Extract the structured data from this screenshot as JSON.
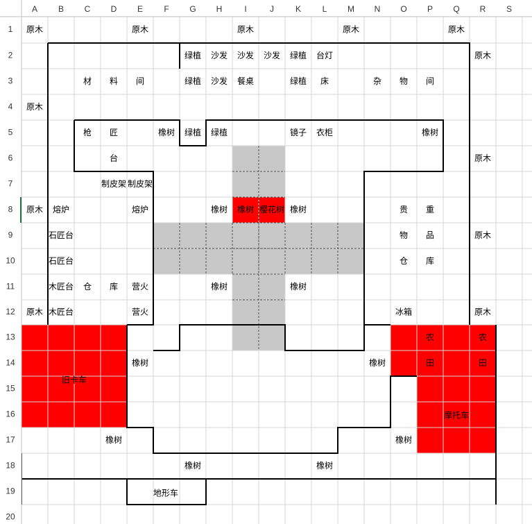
{
  "columns": [
    "A",
    "B",
    "C",
    "D",
    "E",
    "F",
    "G",
    "H",
    "I",
    "J",
    "K",
    "L",
    "M",
    "N",
    "O",
    "P",
    "Q",
    "R",
    "S"
  ],
  "rows": [
    "1",
    "2",
    "3",
    "4",
    "5",
    "6",
    "7",
    "8",
    "9",
    "10",
    "11",
    "12",
    "13",
    "14",
    "15",
    "16",
    "17",
    "18",
    "19",
    "20"
  ],
  "active_row": "8",
  "colors": {
    "red": "#ff0000",
    "gray": "#c8c8c8",
    "grid": "#d4d4d4",
    "header_bg": "#ffffff",
    "active_header": "#217346"
  },
  "cells": [
    {
      "r": 1,
      "c": "A",
      "t": "原木"
    },
    {
      "r": 1,
      "c": "E",
      "t": "原木"
    },
    {
      "r": 1,
      "c": "I",
      "t": "原木"
    },
    {
      "r": 1,
      "c": "M",
      "t": "原木"
    },
    {
      "r": 1,
      "c": "Q",
      "t": "原木"
    },
    {
      "r": 2,
      "c": "G",
      "t": "绿植"
    },
    {
      "r": 2,
      "c": "H",
      "t": "沙发"
    },
    {
      "r": 2,
      "c": "I",
      "t": "沙发"
    },
    {
      "r": 2,
      "c": "J",
      "t": "沙发"
    },
    {
      "r": 2,
      "c": "K",
      "t": "绿植"
    },
    {
      "r": 2,
      "c": "L",
      "t": "台灯"
    },
    {
      "r": 2,
      "c": "R",
      "t": "原木"
    },
    {
      "r": 3,
      "c": "C",
      "t": "材"
    },
    {
      "r": 3,
      "c": "D",
      "t": "料"
    },
    {
      "r": 3,
      "c": "E",
      "t": "间"
    },
    {
      "r": 3,
      "c": "G",
      "t": "绿植"
    },
    {
      "r": 3,
      "c": "H",
      "t": "沙发"
    },
    {
      "r": 3,
      "c": "I",
      "t": "餐桌"
    },
    {
      "r": 3,
      "c": "K",
      "t": "绿植"
    },
    {
      "r": 3,
      "c": "L",
      "t": "床"
    },
    {
      "r": 3,
      "c": "N",
      "t": "杂"
    },
    {
      "r": 3,
      "c": "O",
      "t": "物"
    },
    {
      "r": 3,
      "c": "P",
      "t": "间"
    },
    {
      "r": 4,
      "c": "A",
      "t": "原木"
    },
    {
      "r": 5,
      "c": "C",
      "t": "枪"
    },
    {
      "r": 5,
      "c": "D",
      "t": "匠"
    },
    {
      "r": 5,
      "c": "F",
      "t": "橡树"
    },
    {
      "r": 5,
      "c": "G",
      "t": "绿植"
    },
    {
      "r": 5,
      "c": "H",
      "t": "绿植"
    },
    {
      "r": 5,
      "c": "K",
      "t": "镜子"
    },
    {
      "r": 5,
      "c": "L",
      "t": "衣柜"
    },
    {
      "r": 5,
      "c": "P",
      "t": "橡树"
    },
    {
      "r": 6,
      "c": "D",
      "t": "台"
    },
    {
      "r": 6,
      "c": "R",
      "t": "原木"
    },
    {
      "r": 7,
      "c": "D",
      "t": "制皮架"
    },
    {
      "r": 7,
      "c": "E",
      "t": "制皮架"
    },
    {
      "r": 8,
      "c": "A",
      "t": "原木"
    },
    {
      "r": 8,
      "c": "B",
      "t": "熔炉"
    },
    {
      "r": 8,
      "c": "E",
      "t": "熔炉"
    },
    {
      "r": 8,
      "c": "H",
      "t": "橡树"
    },
    {
      "r": 8,
      "c": "I",
      "t": "橡树"
    },
    {
      "r": 8,
      "c": "J",
      "t": "樱花树"
    },
    {
      "r": 8,
      "c": "K",
      "t": "橡树"
    },
    {
      "r": 8,
      "c": "O",
      "t": "贵"
    },
    {
      "r": 8,
      "c": "P",
      "t": "重"
    },
    {
      "r": 9,
      "c": "B",
      "t": "石匠台"
    },
    {
      "r": 9,
      "c": "O",
      "t": "物"
    },
    {
      "r": 9,
      "c": "P",
      "t": "品"
    },
    {
      "r": 9,
      "c": "R",
      "t": "原木"
    },
    {
      "r": 10,
      "c": "B",
      "t": "石匠台"
    },
    {
      "r": 10,
      "c": "O",
      "t": "仓"
    },
    {
      "r": 10,
      "c": "P",
      "t": "库"
    },
    {
      "r": 11,
      "c": "B",
      "t": "木匠台"
    },
    {
      "r": 11,
      "c": "C",
      "t": "仓"
    },
    {
      "r": 11,
      "c": "D",
      "t": "库"
    },
    {
      "r": 11,
      "c": "E",
      "t": "营火"
    },
    {
      "r": 11,
      "c": "H",
      "t": "橡树"
    },
    {
      "r": 11,
      "c": "K",
      "t": "橡树"
    },
    {
      "r": 12,
      "c": "A",
      "t": "原木"
    },
    {
      "r": 12,
      "c": "B",
      "t": "木匠台"
    },
    {
      "r": 12,
      "c": "E",
      "t": "营火"
    },
    {
      "r": 12,
      "c": "O",
      "t": "冰箱"
    },
    {
      "r": 12,
      "c": "R",
      "t": "原木"
    },
    {
      "r": 13,
      "c": "P",
      "t": "农"
    },
    {
      "r": 13,
      "c": "R",
      "t": "农"
    },
    {
      "r": 14,
      "c": "E",
      "t": "橡树"
    },
    {
      "r": 14,
      "c": "N",
      "t": "橡树"
    },
    {
      "r": 14,
      "c": "P",
      "t": "田"
    },
    {
      "r": 14,
      "c": "R",
      "t": "田"
    },
    {
      "r": 17,
      "c": "D",
      "t": "橡树"
    },
    {
      "r": 17,
      "c": "O",
      "t": "橡树"
    },
    {
      "r": 18,
      "c": "G",
      "t": "橡树"
    },
    {
      "r": 18,
      "c": "L",
      "t": "橡树"
    }
  ],
  "merged_labels": [
    {
      "t": "旧卡车",
      "name": "old-truck-label"
    },
    {
      "t": "摩托车",
      "name": "motorcycle-label"
    },
    {
      "t": "地形车",
      "name": "terrain-vehicle-label"
    }
  ]
}
